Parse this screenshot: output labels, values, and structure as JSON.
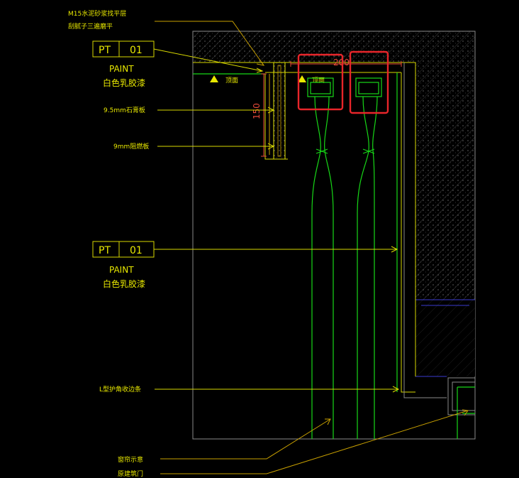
{
  "notes": {
    "top_line1": "M15水泥砂浆找平层",
    "top_line2": "刮腻子三遍磨平",
    "gypsum": "9.5mm石膏板",
    "plywood": "9mm阻燃板",
    "corner_strip": "L型护角收边条",
    "curtain": "窗帘示意",
    "bottom_cut": "原建筑门"
  },
  "tags": {
    "pt_code": "PT",
    "pt_number": "01",
    "paint_en": "PAINT",
    "paint_cn": "白色乳胶漆"
  },
  "dimensions": {
    "vertical": "150",
    "top": "200",
    "ceiling_mark_1": "顶面",
    "ceiling_mark_2": "顶面"
  },
  "colors": {
    "background": "#000000",
    "text": "#e8e800",
    "green": "#17d817",
    "highlight": "#e8252a"
  }
}
